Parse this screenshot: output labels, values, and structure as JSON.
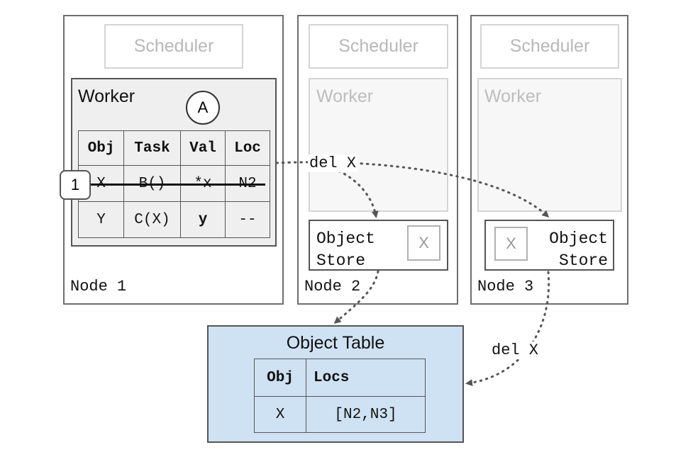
{
  "scheduler_label": "Scheduler",
  "worker_label": "Worker",
  "node1": {
    "label": "Node 1",
    "circle_label": "A",
    "badge_label": "1",
    "table": {
      "headers": [
        "Obj",
        "Task",
        "Val",
        "Loc"
      ],
      "rows": [
        [
          "X",
          "B()",
          "*x",
          "N2"
        ],
        [
          "Y",
          "C(X)",
          "y",
          "--"
        ]
      ]
    }
  },
  "node2": {
    "label": "Node 2",
    "object_store_line1": "Object",
    "object_store_line2": "Store",
    "stored_object": "X"
  },
  "node3": {
    "label": "Node 3",
    "object_store_line1": "Object",
    "object_store_line2": "Store",
    "stored_object": "X"
  },
  "object_table": {
    "title": "Object Table",
    "headers": [
      "Obj",
      "Locs"
    ],
    "rows": [
      [
        "X",
        "[N2,N3]"
      ]
    ]
  },
  "messages": {
    "del_to_workers": "del X",
    "del_to_table": "del X"
  }
}
